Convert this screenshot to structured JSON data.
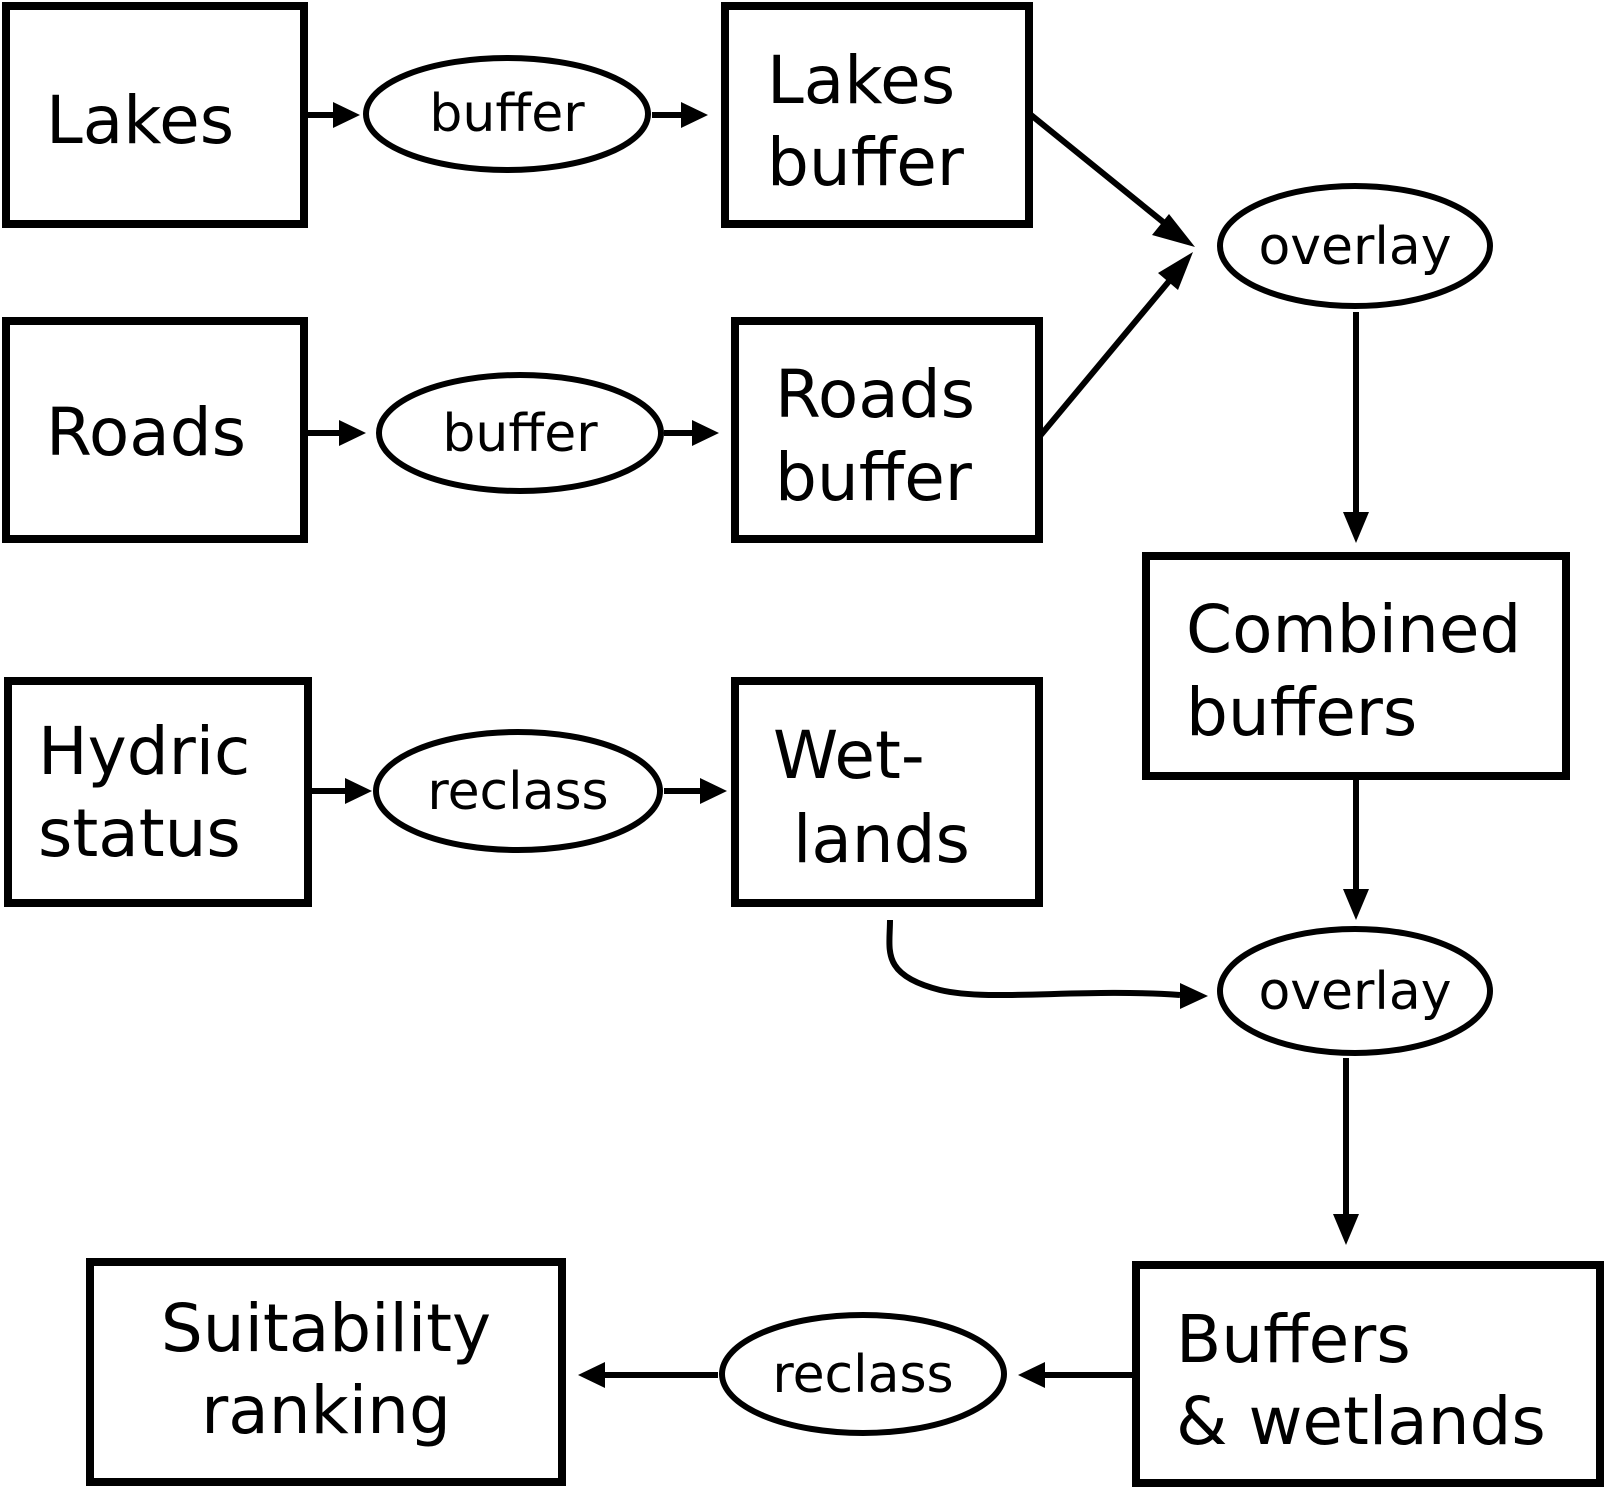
{
  "diagram": {
    "title": "",
    "colors": {
      "stroke": "#000000",
      "fill": "#ffffff",
      "text": "#000000"
    },
    "nodes": {
      "lakes": {
        "kind": "data",
        "lines": [
          "Lakes"
        ]
      },
      "buffer_1": {
        "kind": "operation",
        "lines": [
          "buffer"
        ]
      },
      "lakes_buffer": {
        "kind": "data",
        "lines": [
          "Lakes",
          "buffer"
        ]
      },
      "roads": {
        "kind": "data",
        "lines": [
          "Roads"
        ]
      },
      "buffer_2": {
        "kind": "operation",
        "lines": [
          "buffer"
        ]
      },
      "roads_buffer": {
        "kind": "data",
        "lines": [
          "Roads",
          "buffer"
        ]
      },
      "hydric": {
        "kind": "data",
        "lines": [
          "Hydric",
          "status"
        ]
      },
      "reclass_1": {
        "kind": "operation",
        "lines": [
          "reclass"
        ]
      },
      "wetlands": {
        "kind": "data",
        "lines": [
          "Wet-",
          "lands"
        ]
      },
      "overlay_1": {
        "kind": "operation",
        "lines": [
          "overlay"
        ]
      },
      "combined": {
        "kind": "data",
        "lines": [
          "Combined",
          "buffers"
        ]
      },
      "overlay_2": {
        "kind": "operation",
        "lines": [
          "overlay"
        ]
      },
      "buffers_wetlands": {
        "kind": "data",
        "lines": [
          "Buffers",
          "& wetlands"
        ]
      },
      "reclass_2": {
        "kind": "operation",
        "lines": [
          "reclass"
        ]
      },
      "suitability": {
        "kind": "data",
        "lines": [
          "Suitability",
          "ranking"
        ]
      }
    },
    "edges": [
      {
        "from": "lakes",
        "to": "buffer_1"
      },
      {
        "from": "buffer_1",
        "to": "lakes_buffer"
      },
      {
        "from": "roads",
        "to": "buffer_2"
      },
      {
        "from": "buffer_2",
        "to": "roads_buffer"
      },
      {
        "from": "hydric",
        "to": "reclass_1"
      },
      {
        "from": "reclass_1",
        "to": "wetlands"
      },
      {
        "from": "lakes_buffer",
        "to": "overlay_1"
      },
      {
        "from": "roads_buffer",
        "to": "overlay_1"
      },
      {
        "from": "overlay_1",
        "to": "combined"
      },
      {
        "from": "combined",
        "to": "overlay_2"
      },
      {
        "from": "wetlands",
        "to": "overlay_2"
      },
      {
        "from": "overlay_2",
        "to": "buffers_wetlands"
      },
      {
        "from": "buffers_wetlands",
        "to": "reclass_2"
      },
      {
        "from": "reclass_2",
        "to": "suitability"
      }
    ]
  }
}
